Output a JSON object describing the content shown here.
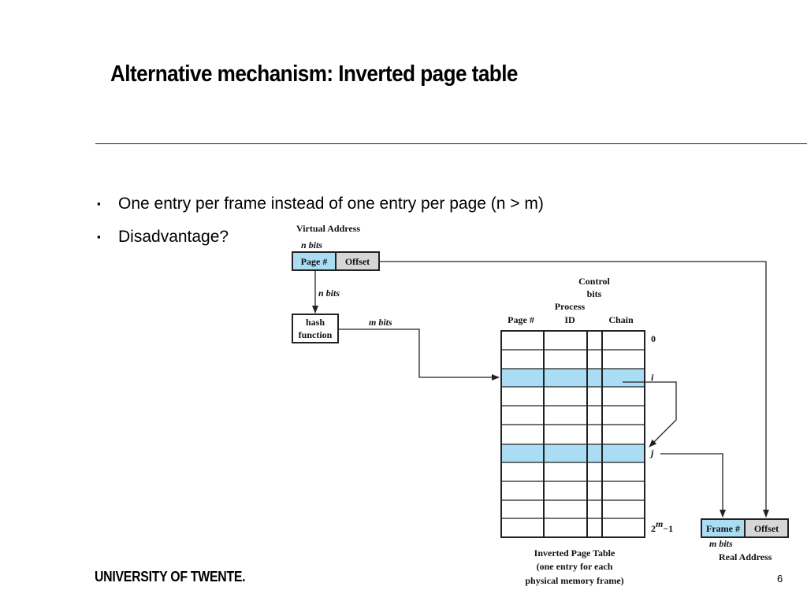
{
  "slide": {
    "title": "Alternative mechanism: Inverted page table",
    "bullets": [
      {
        "marker": "▪",
        "text": "One entry per frame instead of one entry per page (n > m)"
      },
      {
        "marker": "▪",
        "text": "Disadvantage?"
      }
    ],
    "footer": "UNIVERSITY OF TWENTE.",
    "page_number": "6"
  },
  "diagram": {
    "virtual_address_label": "Virtual Address",
    "n_bits_top": "n bits",
    "page_field": "Page #",
    "offset_field": "Offset",
    "n_bits_arrow": "n bits",
    "hash_line1": "hash",
    "hash_line2": "function",
    "m_bits_arrow": "m bits",
    "control_bits_line1": "Control",
    "control_bits_line2": "bits",
    "process_id_line1": "Process",
    "process_id_line2": "ID",
    "col_page": "Page #",
    "col_chain": "Chain",
    "row_label_0": "0",
    "row_label_i": "i",
    "row_label_j": "j",
    "row_label_last_base": "2",
    "row_label_last_exp": "m",
    "row_label_last_tail": "−1",
    "table_caption_line1": "Inverted Page Table",
    "table_caption_line2": "(one entry for each",
    "table_caption_line3": "physical memory frame)",
    "frame_field": "Frame #",
    "real_offset_field": "Offset",
    "m_bits_bottom": "m bits",
    "real_address_label": "Real Address",
    "colors": {
      "highlight": "#aadcf4",
      "offset_fill": "#d6d6d6",
      "line": "#222222"
    }
  }
}
